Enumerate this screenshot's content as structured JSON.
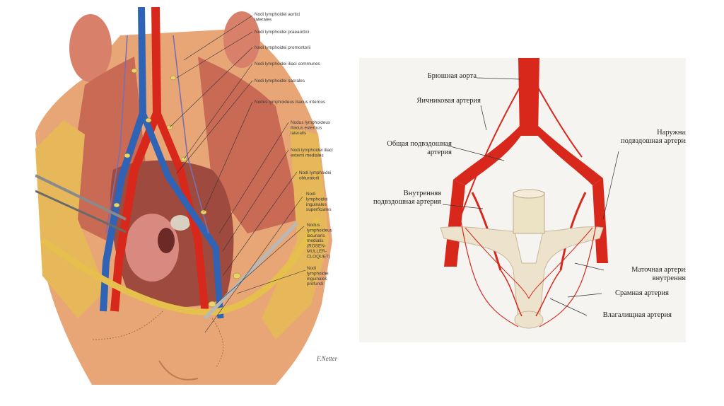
{
  "left_labels": [
    {
      "id": "aortici-laterales",
      "lines": [
        "Nodi lymphoidei aortici",
        "laterales"
      ]
    },
    {
      "id": "praeaortici",
      "lines": [
        "Nodi lymphoidei praeaortici"
      ]
    },
    {
      "id": "promontorii",
      "lines": [
        "Nodi lymphoidei promontorii"
      ]
    },
    {
      "id": "iliaci-communes",
      "lines": [
        "Nodi lymphoidei iliaci communes"
      ]
    },
    {
      "id": "sacrales",
      "lines": [
        "Nodi lymphoidei sacrales"
      ]
    },
    {
      "id": "iliacus-internus",
      "lines": [
        "Nodus lymphoideus iliacus internus"
      ]
    },
    {
      "id": "iliacus-externus-lateralis",
      "lines": [
        "Nodus lymphoideus",
        "iliacus externus",
        "lateralis"
      ]
    },
    {
      "id": "iliaci-externi-mediales",
      "lines": [
        "Nodi lymphoidei iliaci",
        "externi mediales"
      ]
    },
    {
      "id": "obturatorii",
      "lines": [
        "Nodi lymphoidei",
        "obturatorii"
      ]
    },
    {
      "id": "inguinales-superficiales",
      "lines": [
        "Nodi",
        "lymphoidei",
        "inguinales",
        "superficiales"
      ]
    },
    {
      "id": "lacunaris-medialis",
      "lines": [
        "Nodus",
        "lymphoideus",
        "lacunaris",
        "medialis",
        "(ROSEN-",
        "MULLER-",
        "CLOQUET)"
      ]
    },
    {
      "id": "inguinales-profundi",
      "lines": [
        "Nodi",
        "lymphoidei",
        "inguinales",
        "profundi"
      ]
    }
  ],
  "right_labels": [
    {
      "id": "abdominal-aorta",
      "lines": [
        "Брюшная аорта"
      ]
    },
    {
      "id": "ovarian-artery",
      "lines": [
        "Яичниковая артерия"
      ]
    },
    {
      "id": "common-iliac-artery",
      "lines": [
        "Общая подвздошная",
        "артерия"
      ]
    },
    {
      "id": "internal-iliac-artery",
      "lines": [
        "Внутренняя",
        "подвздошная артерия"
      ]
    },
    {
      "id": "external-iliac-artery",
      "lines": [
        "Наружная",
        "подвздошная артерия"
      ]
    },
    {
      "id": "uterine-artery",
      "lines": [
        "Маточная артерия",
        "внутренняя"
      ]
    },
    {
      "id": "pudendal-artery",
      "lines": [
        "Срамная артерия"
      ]
    },
    {
      "id": "vaginal-artery",
      "lines": [
        "Влагалищная артерия"
      ]
    }
  ],
  "colors": {
    "artery": "#d8281c",
    "vein": "#2f63b5",
    "muscle": "#c96a55",
    "skin": "#e9a574",
    "fat": "#e6b85a",
    "tissue": "#e9dcc8",
    "leader": "#333333"
  }
}
